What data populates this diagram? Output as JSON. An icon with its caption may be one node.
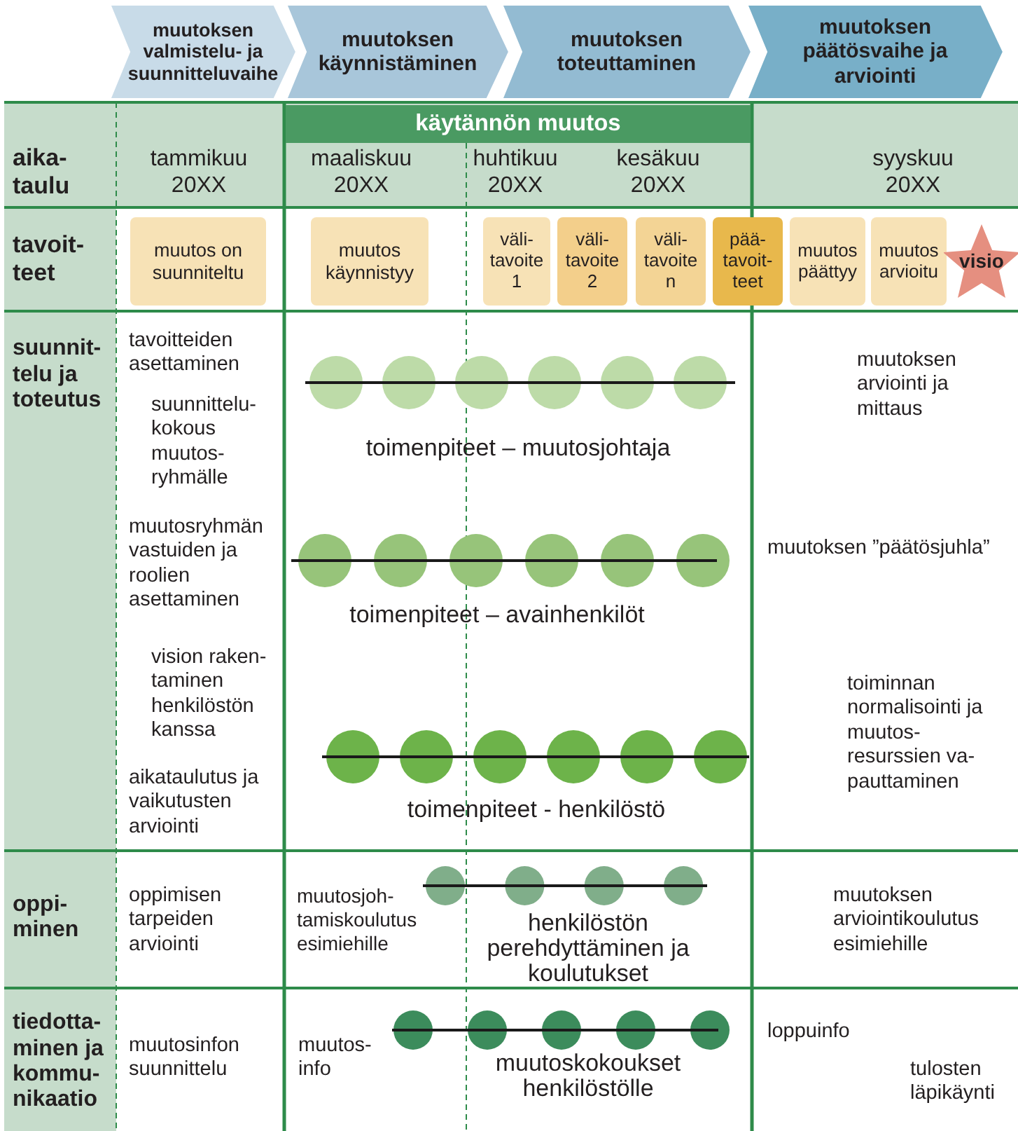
{
  "diagram": {
    "nodes": [
      {
        "text": [
          "muutoksen valmistelu- ja suunnitteluvaihe"
        ]
      },
      {
        "text": [
          "muutoksen käynnistäminen"
        ]
      },
      {
        "text": [
          "muutoksen toteuttaminen"
        ]
      },
      {
        "text": [
          "muutoksen päätösvaihe ja arviointi"
        ]
      },
      {
        "text": [
          "aika-taulu"
        ]
      },
      {
        "text": [
          "käytännön muutos"
        ]
      },
      {
        "text": [
          "tavoit-teet"
        ]
      },
      {
        "text": [
          "muutos on suunniteltu"
        ]
      },
      {
        "text": [
          "muutos käynnistyy"
        ]
      },
      {
        "text": [
          "väli-tavoite 1"
        ]
      },
      {
        "text": [
          "väli-tavoite 2"
        ]
      },
      {
        "text": [
          "väli-tavoite n"
        ]
      },
      {
        "text": [
          "pää-tavoit-teet"
        ]
      },
      {
        "text": [
          "muutos päättyy"
        ]
      },
      {
        "text": [
          "muutos arvioitu"
        ]
      },
      {
        "text": [
          "visio"
        ]
      },
      {
        "text": [
          "suunnit-telu ja toteutus"
        ]
      },
      {
        "text": [
          "oppi-minen"
        ]
      },
      {
        "text": [
          "tiedotta-minen ja kommu-nikaatio"
        ]
      }
    ],
    "edges": [],
    "labels": [
      "tammikuu 20XX",
      "maaliskuu 20XX",
      "huhtikuu 20XX",
      "kesäkuu 20XX",
      "syyskuu 20XX",
      "tavoitteiden asettaminen",
      "muutoksen arviointi ja mittaus",
      "suunnittelu-kokous muutos-ryhmälle",
      "toimenpiteet – muutosjohtaja",
      "muutosryhmän vastuiden ja roolien asettaminen",
      "muutoksen ”päätösjuhla”",
      "toimenpiteet – avainhenkilöt",
      "vision raken-taminen henkilöstön kanssa",
      "toiminnan normalisointi ja muutos-resurssien va-pauttaminen",
      "aikataulutus ja vaikutusten arviointi",
      "toimenpiteet - henkilöstö",
      "oppimisen tarpeiden arviointi",
      "muutosjoh-tamiskoulutus esimiehille",
      "henkilöstön perehdyttäminen ja koulutukset",
      "muutoksen arviointikoulutus esimiehille",
      "muutosinfon suunnittelu",
      "muutos-info",
      "muutoskokoukset henkilöstölle",
      "loppuinfo",
      "tulosten läpikäynti"
    ]
  }
}
